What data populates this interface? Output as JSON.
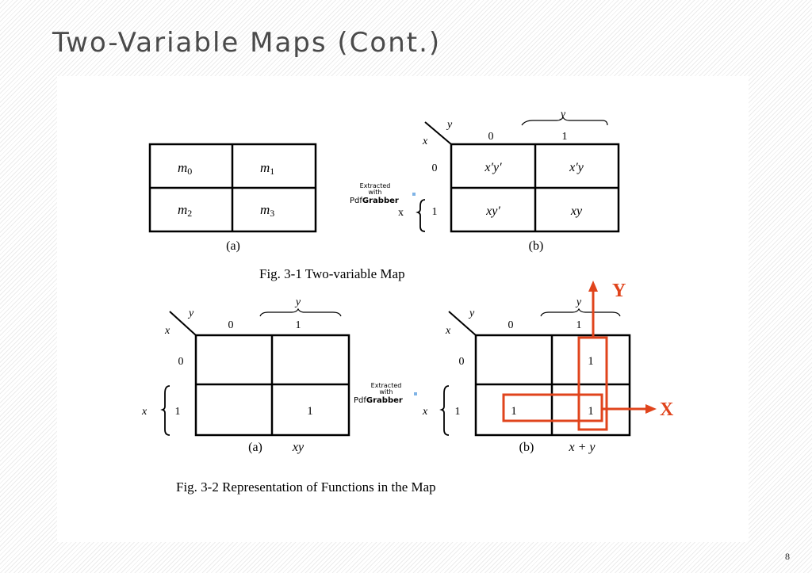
{
  "slide": {
    "title": "Two-Variable Maps (Cont.)",
    "page_number": "8"
  },
  "fig31": {
    "a": {
      "cells": [
        "m",
        "m",
        "m",
        "m"
      ],
      "subs": [
        "0",
        "1",
        "2",
        "3"
      ],
      "caption": "(a)"
    },
    "b": {
      "row_var": "x",
      "col_var": "y",
      "col_top": "y",
      "col_vals": [
        "0",
        "1"
      ],
      "row_vals": [
        "0",
        "1"
      ],
      "row_side": "x",
      "cells": [
        "x′y′",
        "x′y",
        "xy′",
        "xy"
      ],
      "caption": "(b)"
    },
    "caption": "Fig. 3-1  Two-variable Map"
  },
  "fig32": {
    "a": {
      "row_var": "x",
      "col_var": "y",
      "col_top": "y",
      "col_vals": [
        "0",
        "1"
      ],
      "row_vals": [
        "0",
        "1"
      ],
      "row_side": "x",
      "cells": [
        "",
        "",
        "",
        "1"
      ],
      "caption": "(a)",
      "function": "xy"
    },
    "b": {
      "row_var": "x",
      "col_var": "y",
      "col_top": "y",
      "col_vals": [
        "0",
        "1"
      ],
      "row_vals": [
        "0",
        "1"
      ],
      "row_side": "x",
      "cells": [
        "",
        "1",
        "1",
        "1"
      ],
      "caption": "(b)",
      "function": "x + y",
      "arrow_y": "Y",
      "arrow_x": "X",
      "highlight_color": "#e0441c"
    },
    "caption": "Fig. 3-2  Representation of Functions in the Map"
  },
  "watermark": {
    "line1": "Extracted",
    "line2": "with",
    "brand_a": "Pdf",
    "brand_b": "Grabber"
  }
}
